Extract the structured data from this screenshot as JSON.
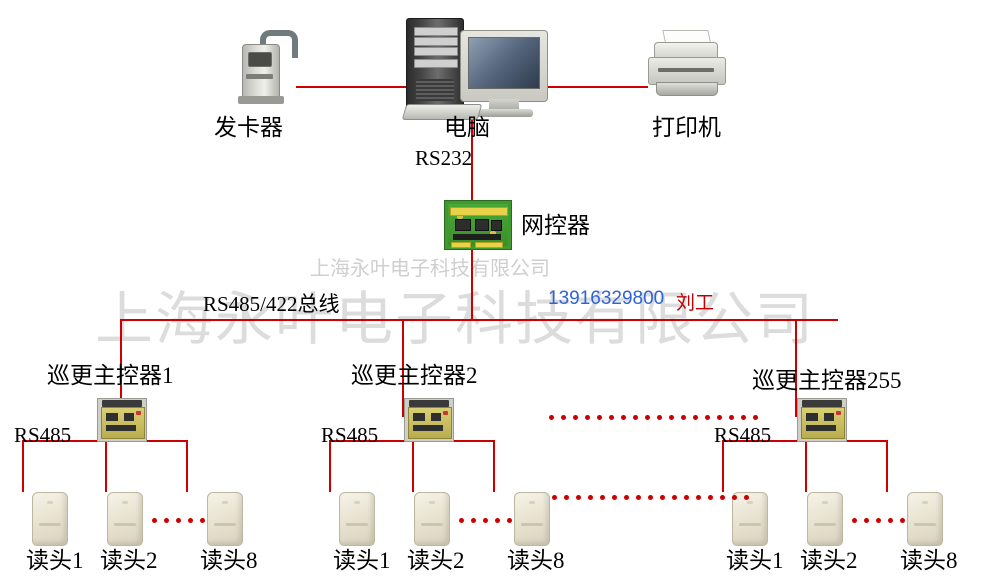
{
  "diagram": {
    "title_labels": {
      "card_issuer": "发卡器",
      "computer": "电脑",
      "printer": "打印机",
      "net_controller": "网控器"
    },
    "bus_labels": {
      "rs232": "RS232",
      "rs485_422_bus": "RS485/422总线",
      "rs485_1": "RS485",
      "rs485_2": "RS485",
      "rs485_3": "RS485"
    },
    "controllers": [
      {
        "label": "巡更主控器1"
      },
      {
        "label": "巡更主控器2"
      },
      {
        "label": "巡更主控器255"
      }
    ],
    "reader_groups": [
      {
        "labels": [
          "读头1",
          "读头2",
          "读头8"
        ]
      },
      {
        "labels": [
          "读头1",
          "读头2",
          "读头8"
        ]
      },
      {
        "labels": [
          "读头1",
          "读头2",
          "读头8"
        ]
      }
    ],
    "wire_color": "#cc0000"
  },
  "watermark": {
    "company_big": "上海永叶电子科技有限公司",
    "company_small": "上海永叶电子科技有限公司",
    "phone": "13916329800",
    "contact": "刘工"
  }
}
